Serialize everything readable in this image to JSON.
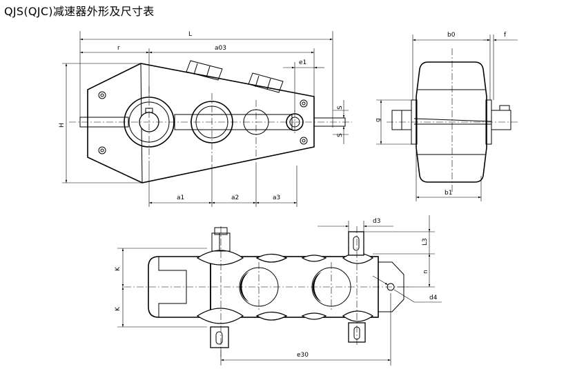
{
  "title": "QJS(QJC)减速器外形及尺寸表",
  "labels": {
    "L": "L",
    "r": "r",
    "a03": "a03",
    "e1": "e1",
    "H": "H",
    "S_top": "S",
    "S_bottom": "S",
    "a1": "a1",
    "a2": "a2",
    "a3": "a3",
    "b0": "b0",
    "f": "f",
    "g": "g",
    "b1": "b1",
    "d3": "d3",
    "L3": "L3",
    "n": "n",
    "d4": "d4",
    "K_top": "K",
    "K_bottom": "K",
    "e30": "e30"
  }
}
